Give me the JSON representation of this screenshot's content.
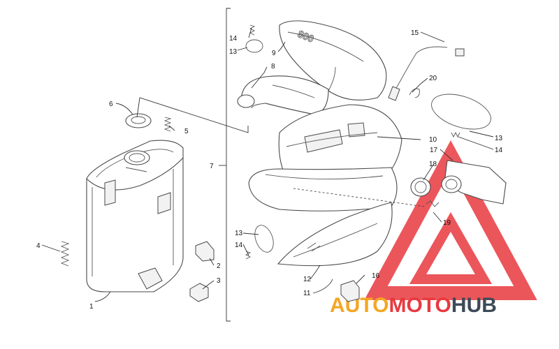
{
  "diagram": {
    "colors": {
      "line": "#4a4a4a",
      "watermark_red": "#e8393f",
      "watermark_orange": "#f5a623",
      "watermark_dark": "#3d4a57"
    },
    "callouts": [
      "1",
      "2",
      "3",
      "4",
      "5",
      "6",
      "7",
      "8",
      "9",
      "10",
      "11",
      "12",
      "13",
      "14",
      "15",
      "16",
      "17",
      "18",
      "19",
      "20",
      "13",
      "14",
      "13",
      "14"
    ],
    "engraving": "800",
    "watermark": {
      "part1": "AUTO",
      "part2": "MOTO",
      "part3": "HUB"
    }
  }
}
